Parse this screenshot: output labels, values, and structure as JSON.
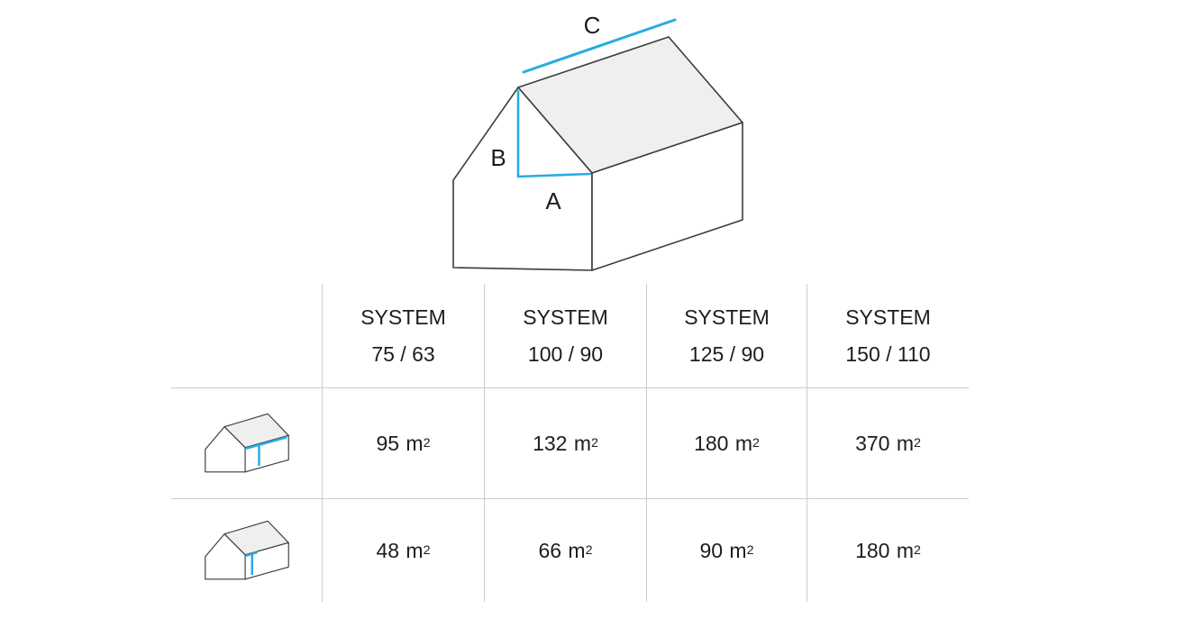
{
  "colors": {
    "accent_cyan": "#29ABE2",
    "outline": "#3C3C3B",
    "roof_fill": "#EFEFEF",
    "grid_line": "#CCCCCC",
    "text": "#1D1D1B"
  },
  "diagram": {
    "label_a": "A",
    "label_b": "B",
    "label_c": "C"
  },
  "table": {
    "headers": [
      {
        "line1": "SYSTEM",
        "line2": "75 / 63"
      },
      {
        "line1": "SYSTEM",
        "line2": "100 / 90"
      },
      {
        "line1": "SYSTEM",
        "line2": "125 / 90"
      },
      {
        "line1": "SYSTEM",
        "line2": "150 / 110"
      }
    ],
    "rows": [
      {
        "icon": "house-full-eave-gutter-icon",
        "cells": [
          {
            "value": "95",
            "unit": "m",
            "exponent": "2"
          },
          {
            "value": "132",
            "unit": "m",
            "exponent": "2"
          },
          {
            "value": "180",
            "unit": "m",
            "exponent": "2"
          },
          {
            "value": "370",
            "unit": "m",
            "exponent": "2"
          }
        ]
      },
      {
        "icon": "house-half-eave-gutter-icon",
        "cells": [
          {
            "value": "48",
            "unit": "m",
            "exponent": "2"
          },
          {
            "value": "66",
            "unit": "m",
            "exponent": "2"
          },
          {
            "value": "90",
            "unit": "m",
            "exponent": "2"
          },
          {
            "value": "180",
            "unit": "m",
            "exponent": "2"
          }
        ]
      }
    ]
  }
}
